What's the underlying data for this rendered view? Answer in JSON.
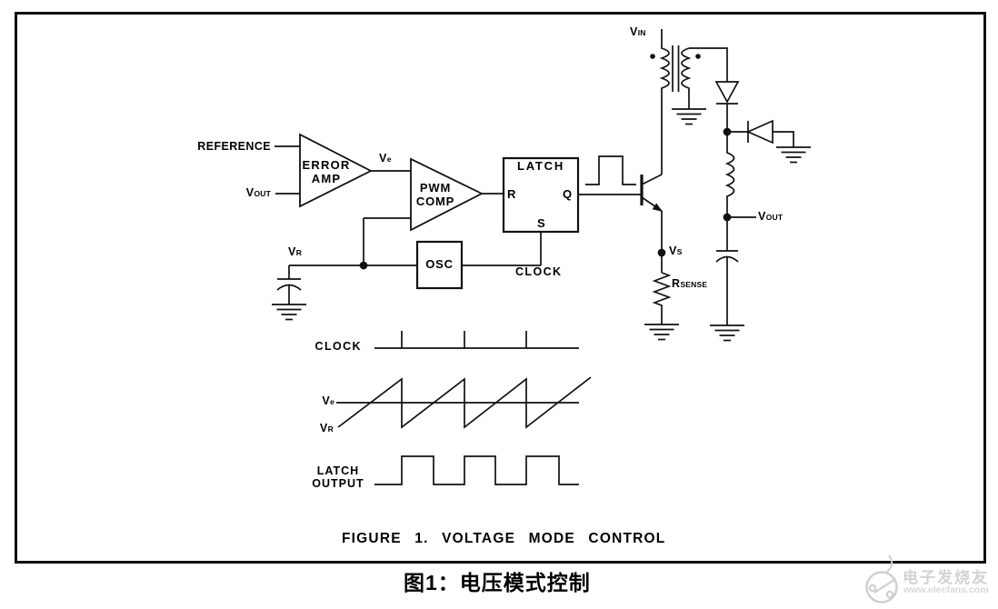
{
  "figure": {
    "caption_en": "FIGURE 1. VOLTAGE MODE CONTROL",
    "caption_zh": "图1：电压模式控制"
  },
  "schematic": {
    "reference": "REFERENCE",
    "vout_left": {
      "v": "V",
      "sub": "OUT"
    },
    "ve_node": {
      "v": "V",
      "sub": "e"
    },
    "vr_node": {
      "v": "V",
      "sub": "R"
    },
    "vin": {
      "v": "V",
      "sub": "IN"
    },
    "vs": {
      "v": "V",
      "sub": "S"
    },
    "rsense": {
      "v": "R",
      "sub": "SENSE"
    },
    "vout_right": {
      "v": "V",
      "sub": "OUT"
    },
    "error_amp": {
      "line1": "ERROR",
      "line2": "AMP"
    },
    "pwm_comp": {
      "line1": "PWM",
      "line2": "COMP"
    },
    "latch": {
      "title": "LATCH",
      "r": "R",
      "q": "Q",
      "s": "S"
    },
    "osc": "OSC",
    "clock": "CLOCK"
  },
  "waveforms": {
    "clock_label": "CLOCK",
    "ve_label": {
      "v": "V",
      "sub": "e"
    },
    "vr_label": {
      "v": "V",
      "sub": "R"
    },
    "latch_output": {
      "line1": "LATCH",
      "line2": "OUTPUT"
    }
  },
  "watermark": {
    "title": "电子发烧友",
    "url": "www.elecfans.com"
  },
  "colors": {
    "line": "#111111",
    "watermark": "#d2d2d2",
    "background": "#ffffff"
  }
}
